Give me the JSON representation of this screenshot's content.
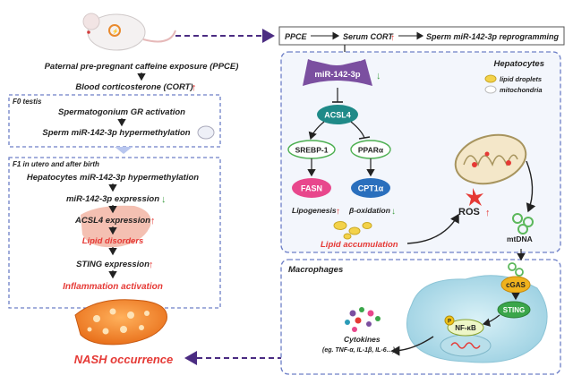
{
  "top_banner": {
    "step1": "PPCE",
    "step2": "Serum CORT",
    "step3": "Sperm miR-142-3p reprogramming"
  },
  "left": {
    "exposure": "Paternal pre-pregnant caffeine exposure (PPCE)",
    "cort": "Blood corticosterone (CORT)",
    "f0": {
      "title": "F0 testis",
      "line1": "Spermatogonium GR activation",
      "line2": "Sperm miR-142-3p hypermethylation"
    },
    "f1": {
      "title": "F1 in utero and after birth",
      "line1": "Hepatocytes miR-142-3p hypermethylation",
      "line2": "miR-142-3p expression",
      "line3": "ACSL4 expression",
      "line4": "Lipid disorders",
      "line5": "STING expression",
      "line6": "Inflammation activation"
    },
    "outcome": "NASH occurrence"
  },
  "hepatocytes": {
    "title": "Hepatocytes",
    "legend": [
      "lipid droplets",
      "mitochondria"
    ],
    "mir": "miR-142-3p",
    "acsl4": "ACSL4",
    "srebp": "SREBP-1",
    "ppar": "PPARα",
    "fasn": "FASN",
    "cpt": "CPT1α",
    "lipogenesis": "Lipogenesis",
    "boxidation": "β-oxidation",
    "lipid_acc": "Lipid accumulation",
    "ros": "ROS",
    "mtdna": "mtDNA"
  },
  "macrophages": {
    "title": "Macrophages",
    "cgas": "cGAS",
    "sting": "STING",
    "nfkb": "NF-κB",
    "p": "P",
    "cytokines": "Cytokines",
    "cytokines_eg": "(eg. TNF-α, IL-1β, IL-6…)"
  },
  "colors": {
    "up_arrow": "#e53935",
    "down_arrow": "#43a047",
    "mir_purple": "#7b4fa0",
    "teal_node": "#1f8a88",
    "pink_node": "#e8478c",
    "blue_node": "#2a6fbd",
    "dashed_border": "#6d7fc7",
    "outcome_red": "#e53935",
    "lipid_yellow": "#f3d24a"
  }
}
